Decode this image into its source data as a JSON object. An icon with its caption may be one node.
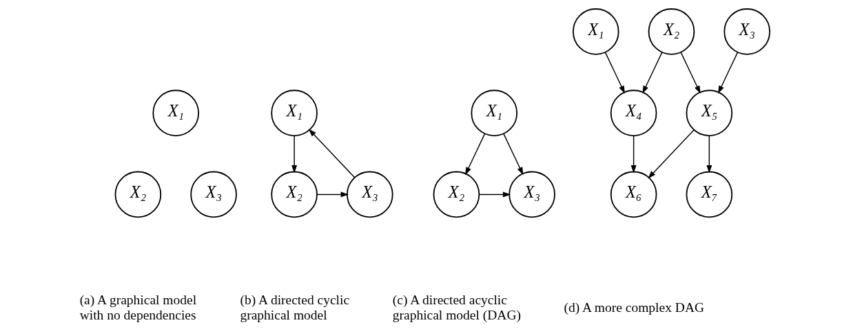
{
  "diagram": {
    "nodes": [
      {
        "text": [
          "X₁"
        ]
      },
      {
        "text": [
          "X₂"
        ]
      },
      {
        "text": [
          "X₃"
        ]
      },
      {
        "text": [
          "X₁"
        ]
      },
      {
        "text": [
          "X₂"
        ]
      },
      {
        "text": [
          "X₃"
        ]
      },
      {
        "text": [
          "X₁"
        ]
      },
      {
        "text": [
          "X₂"
        ]
      },
      {
        "text": [
          "X₃"
        ]
      },
      {
        "text": [
          "X₁"
        ]
      },
      {
        "text": [
          "X₂"
        ]
      },
      {
        "text": [
          "X₃"
        ]
      },
      {
        "text": [
          "X₄"
        ]
      },
      {
        "text": [
          "X₅"
        ]
      },
      {
        "text": [
          "X₆"
        ]
      },
      {
        "text": [
          "X₇"
        ]
      }
    ],
    "edges": [
      {
        "from": 3,
        "to": 4,
        "arrow": "to"
      },
      {
        "from": 4,
        "to": 5,
        "arrow": "to"
      },
      {
        "from": 5,
        "to": 3,
        "arrow": "to"
      },
      {
        "from": 6,
        "to": 7,
        "arrow": "to"
      },
      {
        "from": 7,
        "to": 8,
        "arrow": "to"
      },
      {
        "from": 6,
        "to": 8,
        "arrow": "to"
      },
      {
        "from": 9,
        "to": 12,
        "arrow": "to"
      },
      {
        "from": 10,
        "to": 12,
        "arrow": "to"
      },
      {
        "from": 10,
        "to": 13,
        "arrow": "to"
      },
      {
        "from": 11,
        "to": 13,
        "arrow": "to"
      },
      {
        "from": 12,
        "to": 14,
        "arrow": "to"
      },
      {
        "from": 13,
        "to": 14,
        "arrow": "to"
      },
      {
        "from": 13,
        "to": 15,
        "arrow": "to"
      }
    ],
    "labels": [
      "(a) A graphical model with no dependencies",
      "(b) A directed cyclic graphical model",
      "(c) A directed acyclic graphical model (DAG)",
      "(d) A more complex DAG"
    ]
  }
}
